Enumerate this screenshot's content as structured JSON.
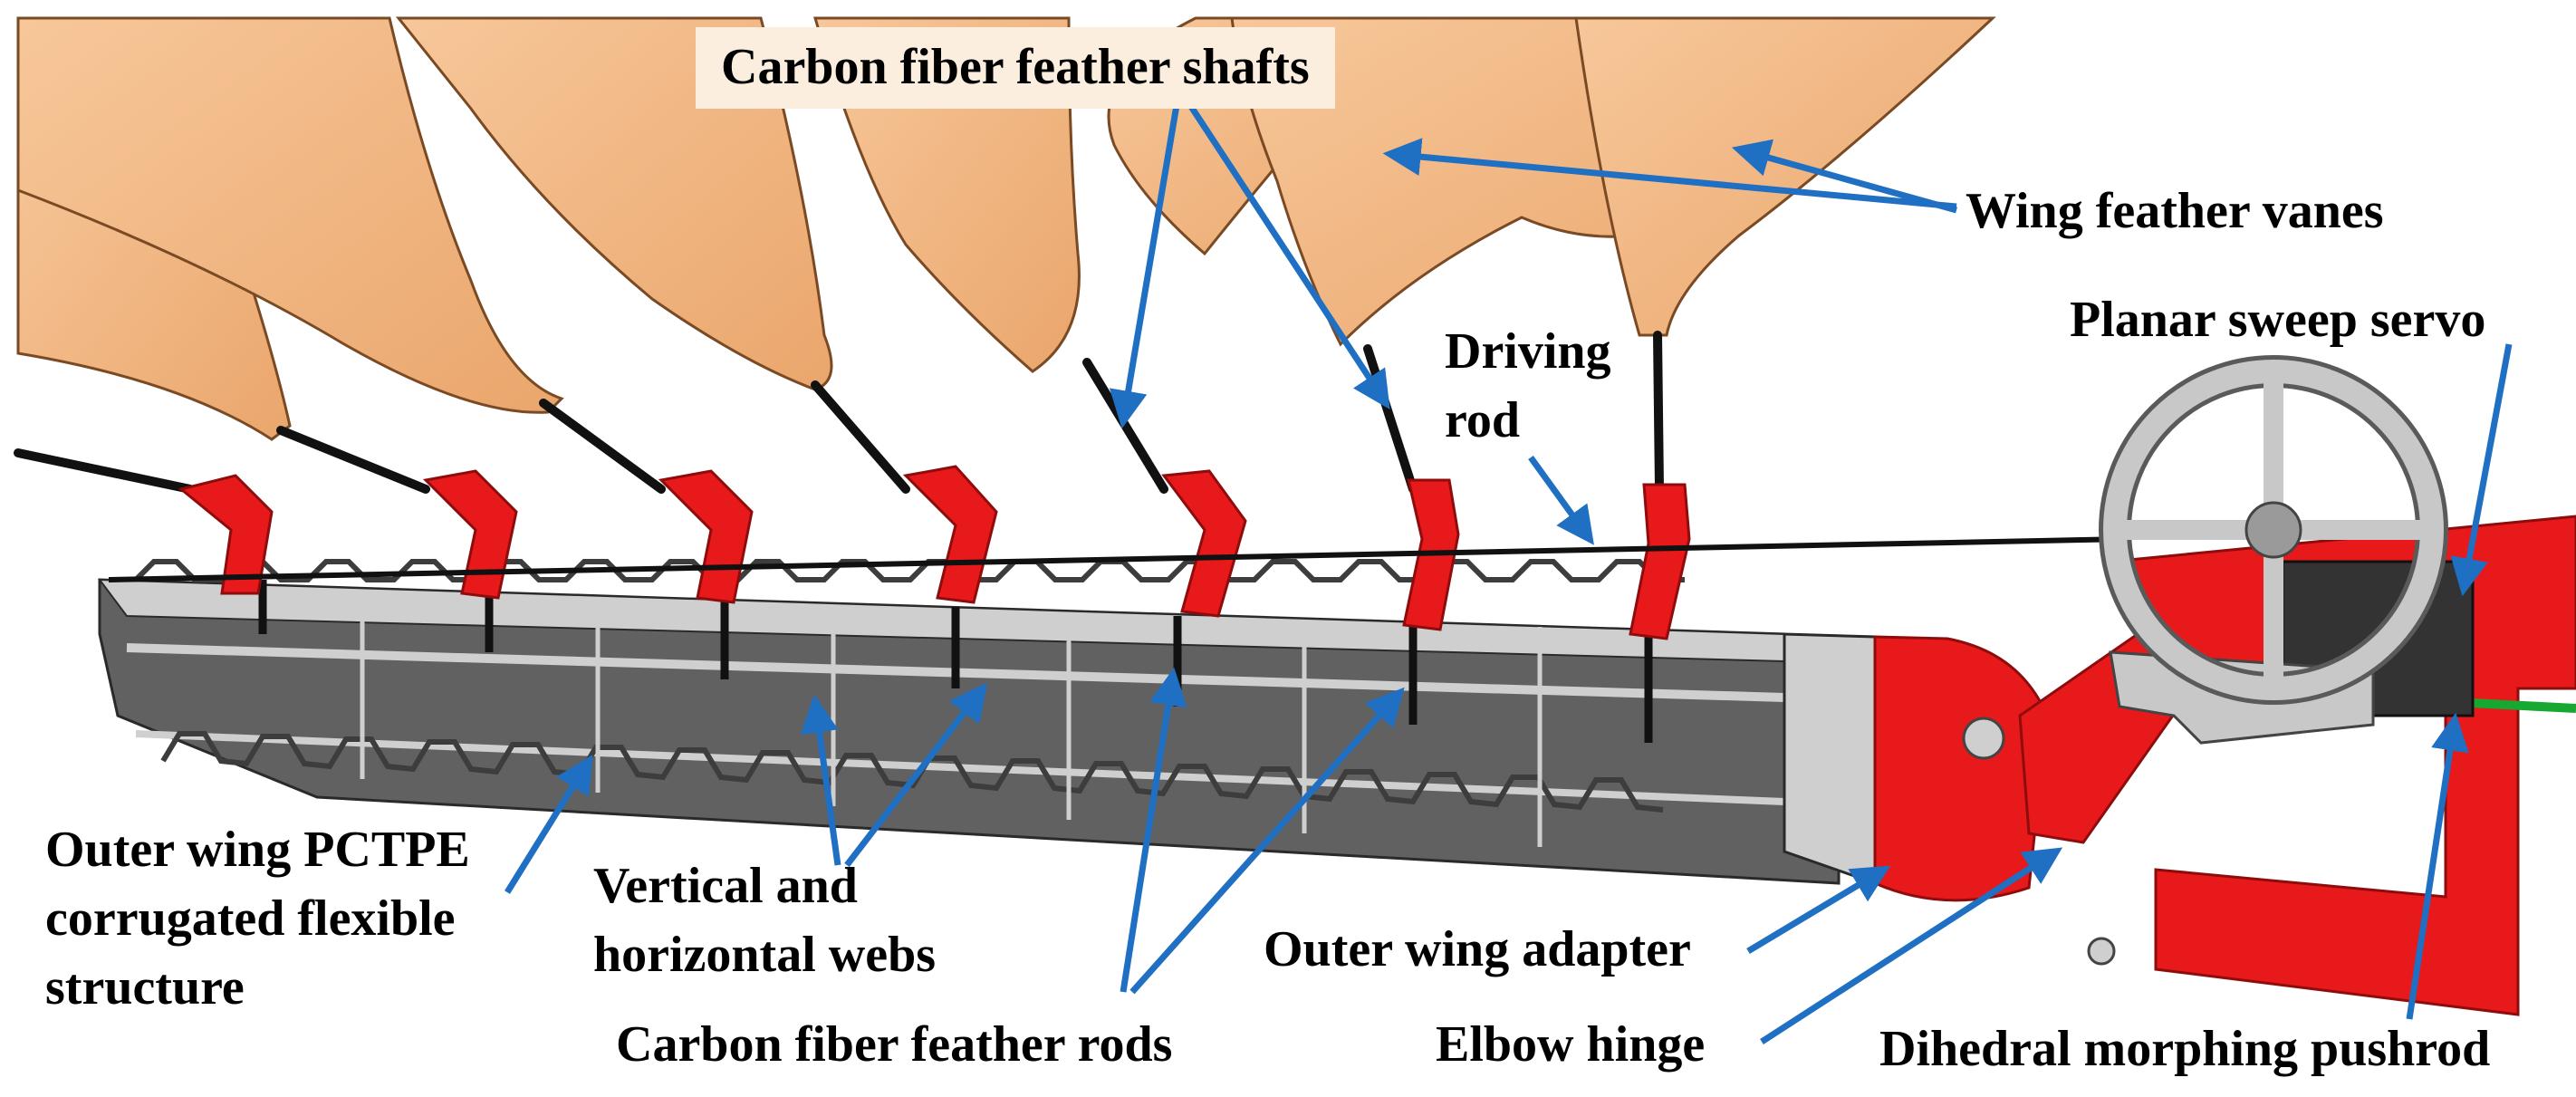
{
  "labels": {
    "feather_shafts": "Carbon fiber feather shafts",
    "feather_vanes": "Wing feather vanes",
    "sweep_servo": "Planar sweep servo",
    "driving_rod": [
      "Driving",
      "rod"
    ],
    "outer_wing_structure": [
      "Outer wing PCTPE",
      "corrugated flexible",
      "structure"
    ],
    "webs": [
      "Vertical and",
      "horizontal webs"
    ],
    "feather_rods": "Carbon fiber feather rods",
    "outer_wing_adapter": "Outer wing adapter",
    "elbow_hinge": "Elbow hinge",
    "dihedral_pushrod": "Dihedral morphing pushrod"
  },
  "colors": {
    "vane": "#f2b987",
    "vane_dark": "#d9935e",
    "red_part": "#e8191b",
    "red_dark": "#a90f10",
    "structure_gray": "#616161",
    "structure_dark": "#3d3d3d",
    "structure_light": "#cfcfcf",
    "servo_gray": "#c8c8c8",
    "arrow_blue": "#1f6fc2",
    "pushrod_green": "#17a832",
    "rod_black": "#111111"
  }
}
